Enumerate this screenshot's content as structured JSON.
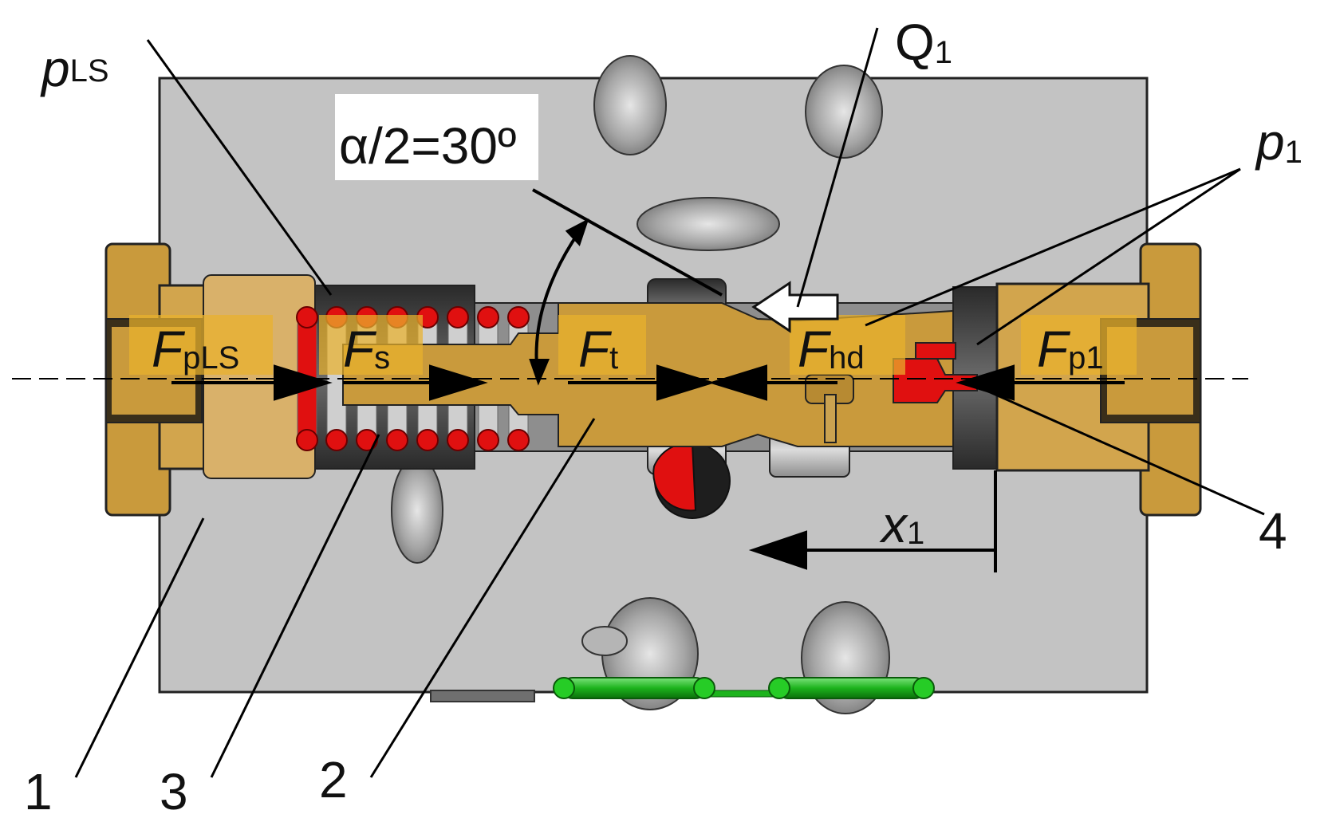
{
  "labels": {
    "p_ls": {
      "main": "p",
      "sub": "LS"
    },
    "q1": {
      "main": "Q",
      "sub": "1"
    },
    "p1": {
      "main": "p",
      "sub": "1"
    },
    "angle": "α/2=30º",
    "f_pls": {
      "main": "F",
      "sub": "pLS"
    },
    "f_s": {
      "main": "F",
      "sub": "s"
    },
    "f_t": {
      "main": "F",
      "sub": "t"
    },
    "f_hd": {
      "main": "F",
      "sub": "hd"
    },
    "f_p1": {
      "main": "F",
      "sub": "p1"
    },
    "x1": {
      "main": "x",
      "sub": "1"
    },
    "part_numbers": [
      "1",
      "3",
      "2",
      "4"
    ]
  },
  "colors": {
    "body": "#c3c3c3",
    "brass": "#c99a3c",
    "brass_light": "#d9b16a",
    "force_box": "#e9b12d",
    "spring": "#e01010",
    "seal": "#1db31d",
    "edge": "#222222"
  }
}
